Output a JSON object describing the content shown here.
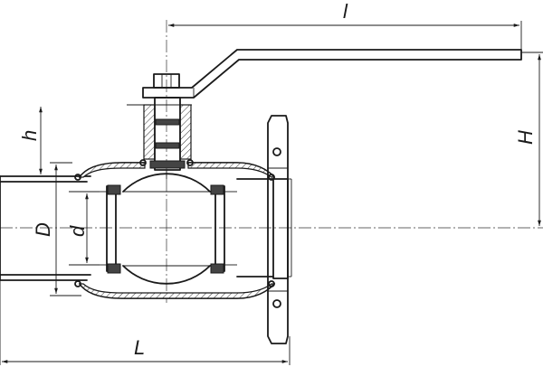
{
  "drawing": {
    "dimension_labels": {
      "l": "l",
      "H": "H",
      "h": "h",
      "D": "D",
      "d": "d",
      "L": "L"
    }
  }
}
